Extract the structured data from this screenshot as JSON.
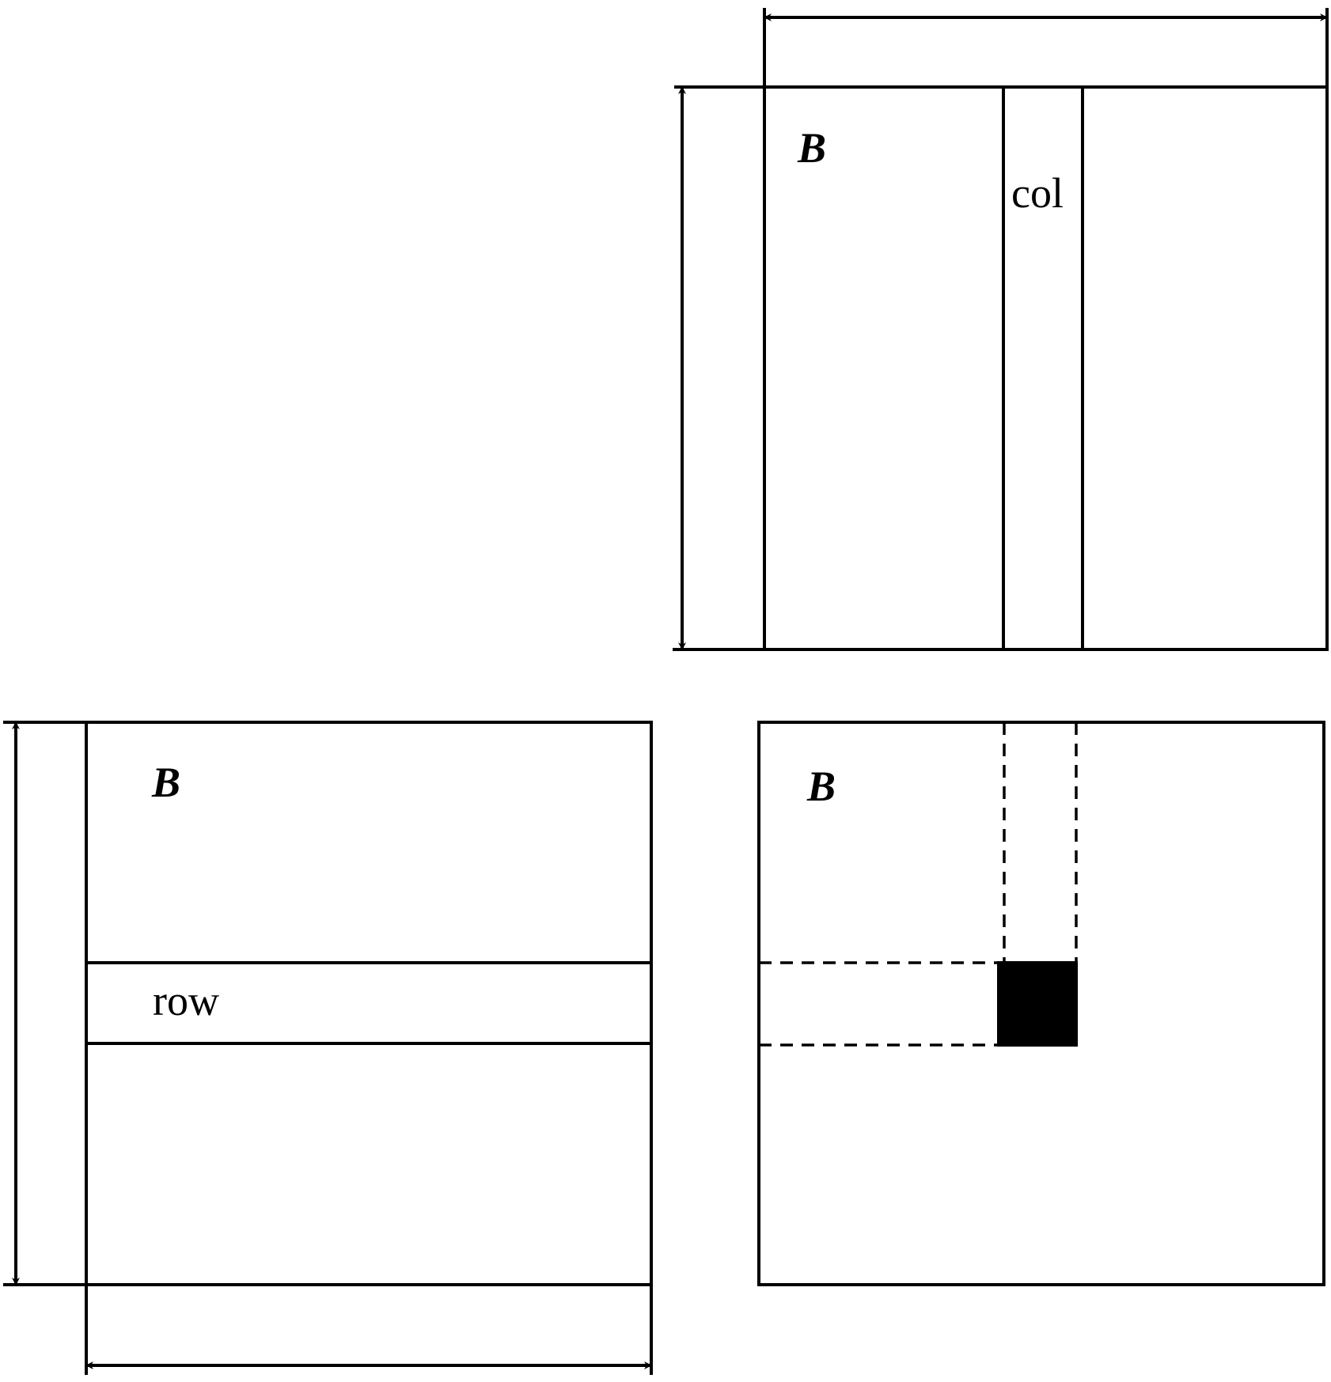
{
  "top_right_panel": {
    "matrix_label": "B",
    "strip_label": "col"
  },
  "bottom_left_panel": {
    "matrix_label": "B",
    "strip_label": "row"
  },
  "bottom_right_panel": {
    "matrix_label": "B"
  },
  "colors": {
    "stroke": "#000000",
    "background": "#ffffff",
    "element_fill": "#000000"
  }
}
